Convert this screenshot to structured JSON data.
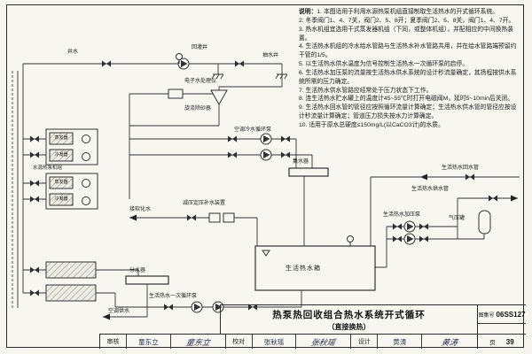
{
  "page": {
    "title": "热泵热回收组合热水系统开式循环",
    "subtitle": "（直接换热）",
    "atlas_label": "图集号",
    "atlas_no": "06SS127",
    "page_label": "页",
    "page_no": "39",
    "sign": {
      "review_label": "审核",
      "review_name": "童东立",
      "review_sig": "童东立",
      "check_label": "校对",
      "check_name": "张秋瑶",
      "check_sig": "张秋瑶",
      "design_label": "设计",
      "design_name": "黄涛",
      "design_sig": "黄涛"
    }
  },
  "notes": {
    "heading": "说明：",
    "items": [
      "1. 本图适用于利用水源热泵机组直接制取生活热水的开式循环系统。",
      "2. 冬季阀门1、4、7关，阀门2、5、8开；夏季阀门2、5、8关，阀门1、4、7开。",
      "3. 热水机组宜选用干式蒸发器机组（下同，或整体机组），并配相应的中间换热装置。",
      "4. 生活热水机组的冷水给水管路与生活热水补水管路共用，并在给水管路端预留约干管的1/5。",
      "5. 以生活热水供水温度为信号控制生活热水一次循环泵的启停。",
      "6. 生活热水加压泵的流量按生活热水供水系统的设计秒流量确定，其扬程按供水系统所需的压力确定。",
      "7. 生活热水供水管路应经常处于压力状态下工作。",
      "8. 连生活热水贮水罐上的温度计45~55℃时打开电磁阀M，延时5~10min后关闭。",
      "9. 生活热水回水管的管径应按照循环流量计算确定；生活热水供水管的管径应按设计秒流量计算确定；管道压力损失按水力计算确定。",
      "10. 适用于原水总硬度≤150mg/L(以CaCO3计)的水质。"
    ]
  },
  "diagram": {
    "labels": {
      "well_water": "井水",
      "recharge_well": "回灌井",
      "pumping_well": "抽水井",
      "water_treatment": "电子水处理仪",
      "cyclone": "旋流除砂器",
      "hp_unit": "水源热泵机组",
      "evaporator": "蒸发器",
      "condenser": "冷凝器",
      "ac_pump": "空调冷水循环泵",
      "collector": "集水器",
      "softened_water": "接软化水",
      "pressure_device": "减压定压补水装置",
      "hw_return": "生活热水回水管",
      "hw_supply": "生活热水供水管",
      "hw_booster": "生活热水加压泵",
      "pressure_tank": "气压罐",
      "hw_tank": "生活热水箱",
      "primary_pump": "生活热水一次循环泵",
      "distributor": "分水器",
      "ac_supply": "空调供水"
    }
  }
}
